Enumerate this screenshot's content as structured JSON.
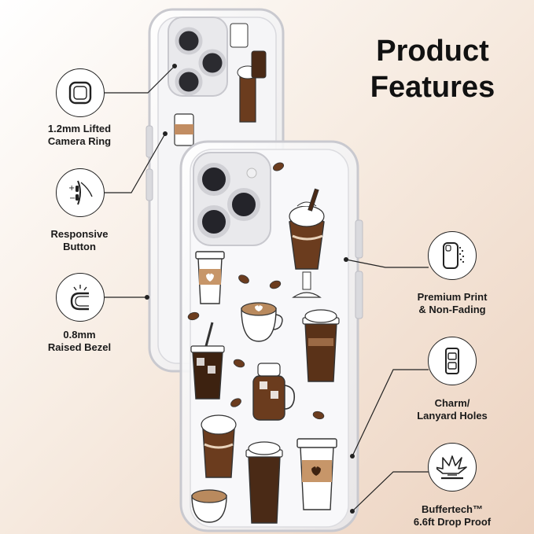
{
  "header": {
    "title_line1": "Product",
    "title_line2": "Features"
  },
  "features_left": [
    {
      "line1": "1.2mm Lifted",
      "line2": "Camera Ring",
      "icon": "camera-ring-icon"
    },
    {
      "line1": "Responsive",
      "line2": "Button",
      "icon": "button-icon"
    },
    {
      "line1": "0.8mm",
      "line2": "Raised Bezel",
      "icon": "bezel-icon"
    }
  ],
  "features_right": [
    {
      "line1": "Premium Print",
      "line2": "& Non-Fading",
      "icon": "print-icon"
    },
    {
      "line1": "Charm/",
      "line2": "Lanyard Holes",
      "icon": "lanyard-hole-icon"
    },
    {
      "line1": "Buffertech™",
      "line2": "6.6ft Drop Proof",
      "icon": "drop-proof-icon"
    }
  ],
  "colors": {
    "coffee_dark": "#4a2a16",
    "coffee_mid": "#7a4a2a",
    "cream": "#e9d3bb",
    "outline": "#222222"
  }
}
